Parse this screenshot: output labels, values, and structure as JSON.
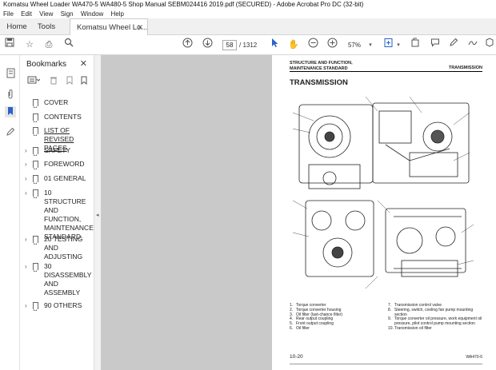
{
  "window": {
    "title": "Komatsu Wheel Loader WA470-5 WA480-5 Shop Manual SEBM024416 2019.pdf (SECURED) - Adobe Acrobat Pro DC (32-bit)"
  },
  "menu": [
    "File",
    "Edit",
    "View",
    "Sign",
    "Window",
    "Help"
  ],
  "tabs": {
    "home": "Home",
    "tools": "Tools",
    "doc": "Komatsu Wheel Lo..."
  },
  "toolbar": {
    "page_current": "58",
    "page_total": "/ 1312",
    "zoom": "57%"
  },
  "bookmarks": {
    "title": "Bookmarks",
    "items": [
      {
        "label": "COVER",
        "expandable": false
      },
      {
        "label": "CONTENTS",
        "expandable": false
      },
      {
        "label": "LIST OF REVISED PAGES",
        "expandable": false
      },
      {
        "label": "SAFETY",
        "expandable": true
      },
      {
        "label": "FOREWORD",
        "expandable": true
      },
      {
        "label": "01 GENERAL",
        "expandable": true
      },
      {
        "label": "10 STRUCTURE AND FUNCTION, MAINTENANCE STANDARD",
        "expandable": true
      },
      {
        "label": "20 TESTING AND ADJUSTING",
        "expandable": true
      },
      {
        "label": "30 DISASSEMBLY AND ASSEMBLY",
        "expandable": true
      },
      {
        "label": "90 OTHERS",
        "expandable": true
      }
    ]
  },
  "pdf_page": {
    "header_left_1": "STRUCTURE AND FUNCTION,",
    "header_left_2": "MAINTENANCE STANDARD",
    "header_right": "TRANSMISSION",
    "title": "TRANSMISSION",
    "legend_left": [
      {
        "n": "1.",
        "t": "Torque converter"
      },
      {
        "n": "2.",
        "t": "Torque converter housing"
      },
      {
        "n": "3.",
        "t": "Oil filter (last-chance filter)"
      },
      {
        "n": "4.",
        "t": "Rear output coupling"
      },
      {
        "n": "5.",
        "t": "Front output coupling"
      },
      {
        "n": "6.",
        "t": "Oil filter"
      }
    ],
    "legend_right": [
      {
        "n": "7.",
        "t": "Transmission control valve"
      },
      {
        "n": "8.",
        "t": "Steering, switch, cooling fan pump mounting section"
      },
      {
        "n": "9.",
        "t": "Torque converter oil pressure, work equipment oil pressure, pilot control pump mounting section"
      },
      {
        "n": "10.",
        "t": "Transmission oil filter"
      }
    ],
    "page_number": "10-20",
    "model_code": "WA470-6"
  }
}
